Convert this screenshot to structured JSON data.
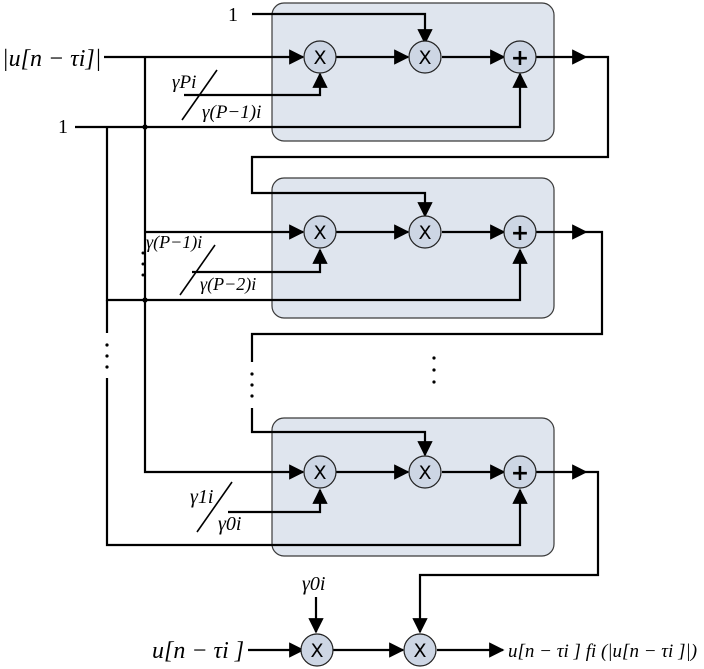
{
  "inputs": {
    "abs_input": "|u[n − τi]|",
    "one_top": "1",
    "one_left": "1",
    "u_input": "u[n − τi ]"
  },
  "coefficients": {
    "stage1_num": "γPi",
    "stage1_den": "γ(P−1)i",
    "stage2_num": "γ(P−1)i",
    "stage2_den": "γ(P−2)i",
    "stage3_num": "γ1i",
    "stage3_den": "γ0i",
    "final": "γ0i"
  },
  "operators": {
    "multiply": "X",
    "add": "+"
  },
  "output": {
    "label": "u[n − τi ] fi (|u[n − τi ]|)"
  }
}
